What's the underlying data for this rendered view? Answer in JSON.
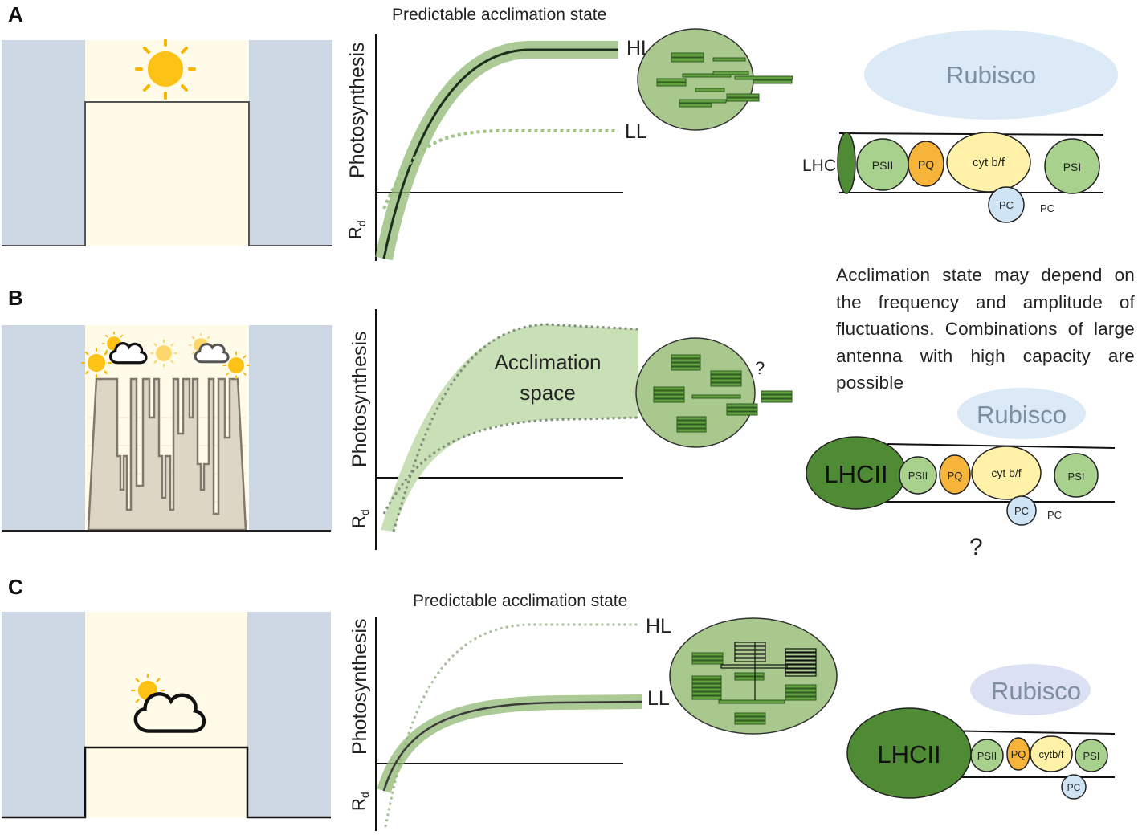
{
  "panels": {
    "a": {
      "letter": "A",
      "curve_title": "Predictable acclimation state",
      "curve_ylabel": "Photosynthesis",
      "rd_main": "R",
      "rd_sub": "d",
      "label_hl": "HL",
      "label_ll": "LL",
      "rubisco": "Rubisco",
      "lhc": "LHC",
      "psii": "PSII",
      "pq": "PQ",
      "cytbf": "cyt b/f",
      "psi": "PSI",
      "pc": "PC",
      "pc_side": "PC"
    },
    "b": {
      "letter": "B",
      "curve_ylabel": "Photosynthesis",
      "rd_main": "R",
      "rd_sub": "d",
      "space_line1": "Acclimation",
      "space_line2": "space",
      "chloroplast_q": "?",
      "note": "Acclimation state may depend on the frequency and amplitude of fluctuations. Combinations of large antenna with high capacity are possible",
      "rubisco": "Rubisco",
      "lhcii": "LHCII",
      "psii": "PSII",
      "pq": "PQ",
      "cytbf": "cyt b/f",
      "psi": "PSI",
      "pc": "PC",
      "pc_side": "PC",
      "bottom_q": "?"
    },
    "c": {
      "letter": "C",
      "curve_title": "Predictable acclimation state",
      "curve_ylabel": "Photosynthesis",
      "rd_main": "R",
      "rd_sub": "d",
      "label_hl": "HL",
      "label_ll": "LL",
      "rubisco": "Rubisco",
      "lhcii": "LHCII",
      "psii": "PSII",
      "pq": "PQ",
      "cytbf": "cytb/f",
      "psi": "PSI",
      "pc": "PC"
    }
  },
  "colors": {
    "sky": "#fffbe8",
    "wall": "#cdd6e3",
    "leaf": "#a8c88e",
    "leaf_dark": "#3f7a2c",
    "psii": "#a9d18e",
    "pq": "#f6b53a",
    "cyt": "#fff2a8",
    "pc": "#cfe4f5",
    "rubisco_a": "#dce9f6",
    "rubisco_c": "#dbe0f3",
    "lhcii": "#4f8a34",
    "rubisco_text": "#7d8ea3"
  },
  "icons": [
    "sun-icon",
    "cloud-icon",
    "sun-cloud-icon",
    "chloroplast-icon"
  ]
}
